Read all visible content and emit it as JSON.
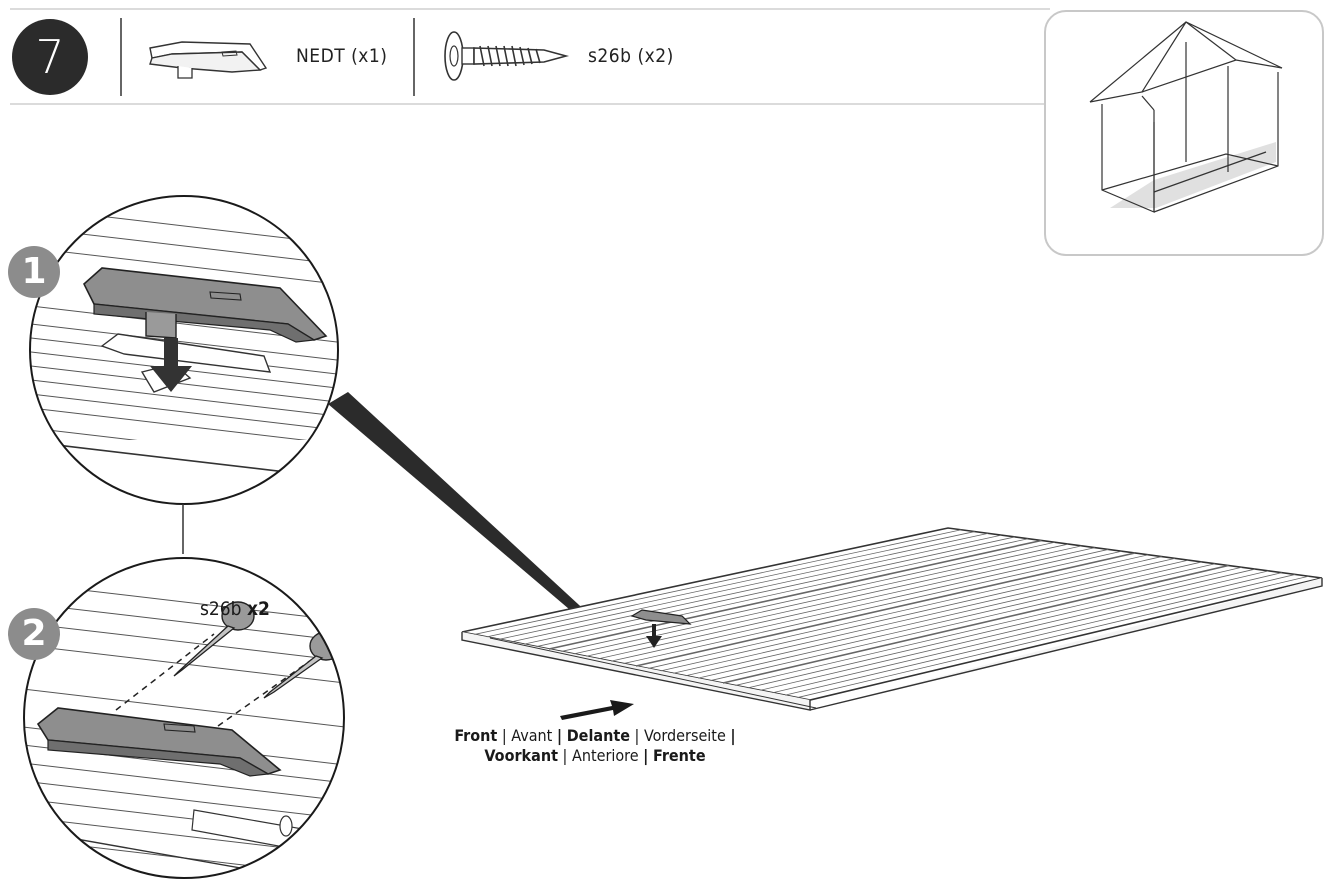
{
  "step": {
    "number": "7"
  },
  "parts": [
    {
      "icon": "bracket-icon",
      "code": "NEDT",
      "qty": "(x1)"
    },
    {
      "icon": "screw-icon",
      "code": "s26b",
      "qty": "(x2)"
    }
  ],
  "details": [
    {
      "badge": "1"
    },
    {
      "badge": "2",
      "callout": "s26b",
      "callout_qty": "x2"
    }
  ],
  "direction": {
    "line1": [
      {
        "text": "Front",
        "bold": true
      },
      {
        "text": "Avant",
        "bold": false
      },
      {
        "text": "Delante",
        "bold": true
      },
      {
        "text": "Vorderseite",
        "bold": false
      }
    ],
    "line2": [
      {
        "text": "Voorkant",
        "bold": true
      },
      {
        "text": "Anteriore",
        "bold": false
      },
      {
        "text": "Frente",
        "bold": true
      }
    ]
  },
  "colors": {
    "line": "#2b2b2b",
    "part_gray": "#9a9a9a",
    "badge_gray": "#8c8c8c",
    "floor_shade": "#e3e3e3"
  }
}
